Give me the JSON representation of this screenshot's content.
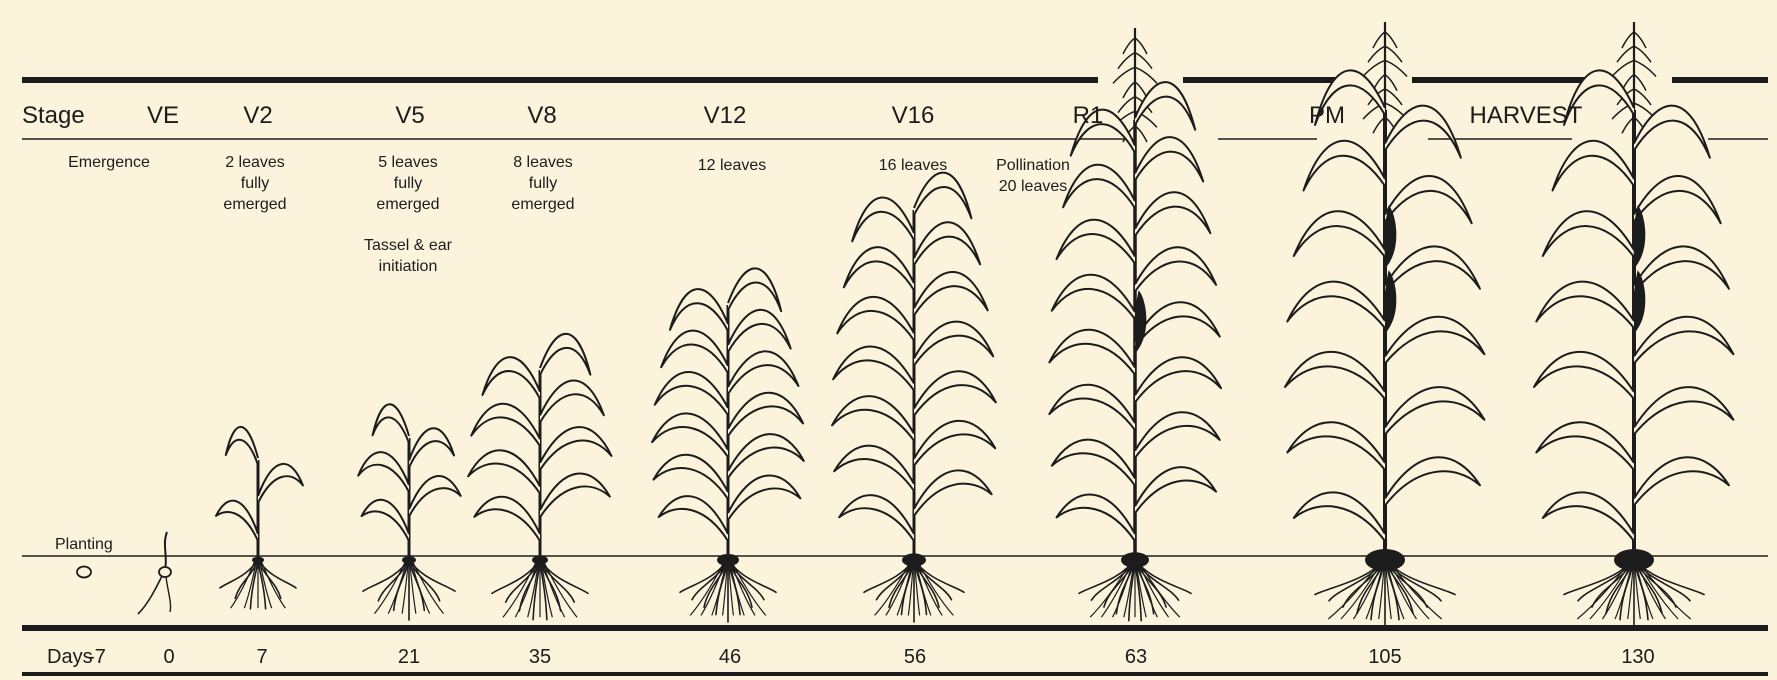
{
  "header": {
    "stage_label": "Stage",
    "days_label": "Days"
  },
  "ink_color": "#1c1c1c",
  "background_color": "#fbf3dc",
  "stages": [
    {
      "code": "VE",
      "description": "Emergence",
      "note": "",
      "day": "0",
      "plant": "emergence seedling"
    },
    {
      "code": "V2",
      "description": "2 leaves fully emerged",
      "note": "",
      "day": "7",
      "plant": "corn plant with 2 leaves"
    },
    {
      "code": "V5",
      "description": "5 leaves fully emerged",
      "note": "Tassel & ear initiation",
      "day": "21",
      "plant": "corn plant with 5 leaves"
    },
    {
      "code": "V8",
      "description": "8 leaves fully emerged",
      "note": "",
      "day": "35",
      "plant": "corn plant with 8 leaves"
    },
    {
      "code": "V12",
      "description": "12 leaves",
      "note": "",
      "day": "46",
      "plant": "corn plant with 12 leaves"
    },
    {
      "code": "V16",
      "description": "16 leaves",
      "note": "",
      "day": "56",
      "plant": "corn plant with 16 leaves"
    },
    {
      "code": "R1",
      "description": "Pollination 20 leaves",
      "note": "",
      "day": "63",
      "plant": "tasseled corn plant"
    },
    {
      "code": "PM",
      "description": "",
      "note": "",
      "day": "105",
      "plant": "mature corn plant"
    },
    {
      "code": "HARVEST",
      "description": "",
      "note": "",
      "day": "130",
      "plant": "harvest-ready corn plant"
    }
  ],
  "planting": {
    "label": "Planting",
    "day": "-7",
    "plant": "seed"
  }
}
